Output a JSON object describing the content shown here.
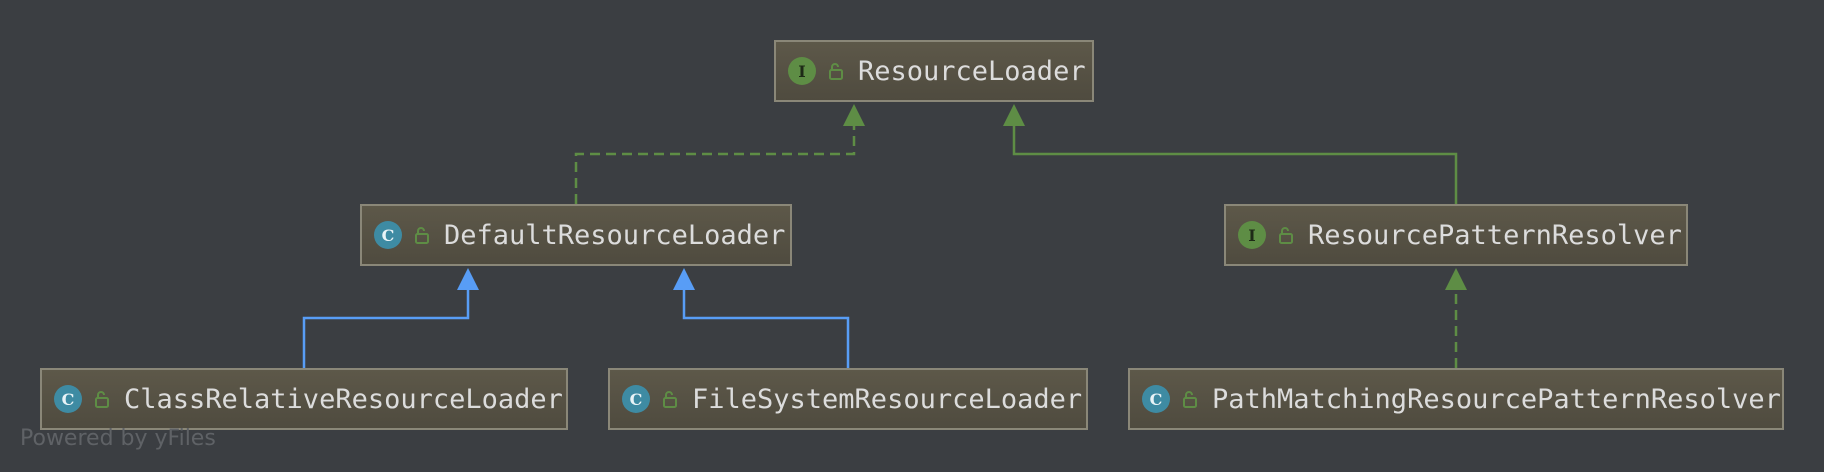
{
  "diagram": {
    "nodes": [
      {
        "id": "resource-loader",
        "label": "ResourceLoader",
        "kind": "I"
      },
      {
        "id": "default-resource-loader",
        "label": "DefaultResourceLoader",
        "kind": "C"
      },
      {
        "id": "resource-pattern-resolver",
        "label": "ResourcePatternResolver",
        "kind": "I"
      },
      {
        "id": "class-relative-resource-loader",
        "label": "ClassRelativeResourceLoader",
        "kind": "C"
      },
      {
        "id": "file-system-resource-loader",
        "label": "FileSystemResourceLoader",
        "kind": "C"
      },
      {
        "id": "path-matching-resource-pattern-resolver",
        "label": "PathMatchingResourcePatternResolver",
        "kind": "C"
      }
    ],
    "edges": [
      {
        "from": "default-resource-loader",
        "to": "resource-loader",
        "type": "implements"
      },
      {
        "from": "resource-pattern-resolver",
        "to": "resource-loader",
        "type": "extends"
      },
      {
        "from": "class-relative-resource-loader",
        "to": "default-resource-loader",
        "type": "extends"
      },
      {
        "from": "file-system-resource-loader",
        "to": "default-resource-loader",
        "type": "extends"
      },
      {
        "from": "path-matching-resource-pattern-resolver",
        "to": "resource-pattern-resolver",
        "type": "implements"
      }
    ]
  },
  "colors": {
    "background": "#3b3e42",
    "interface_edge": "#5e8d45",
    "class_edge": "#589df6",
    "node_border": "#8a8778"
  },
  "footer": {
    "watermark": "Powered by yFiles"
  }
}
